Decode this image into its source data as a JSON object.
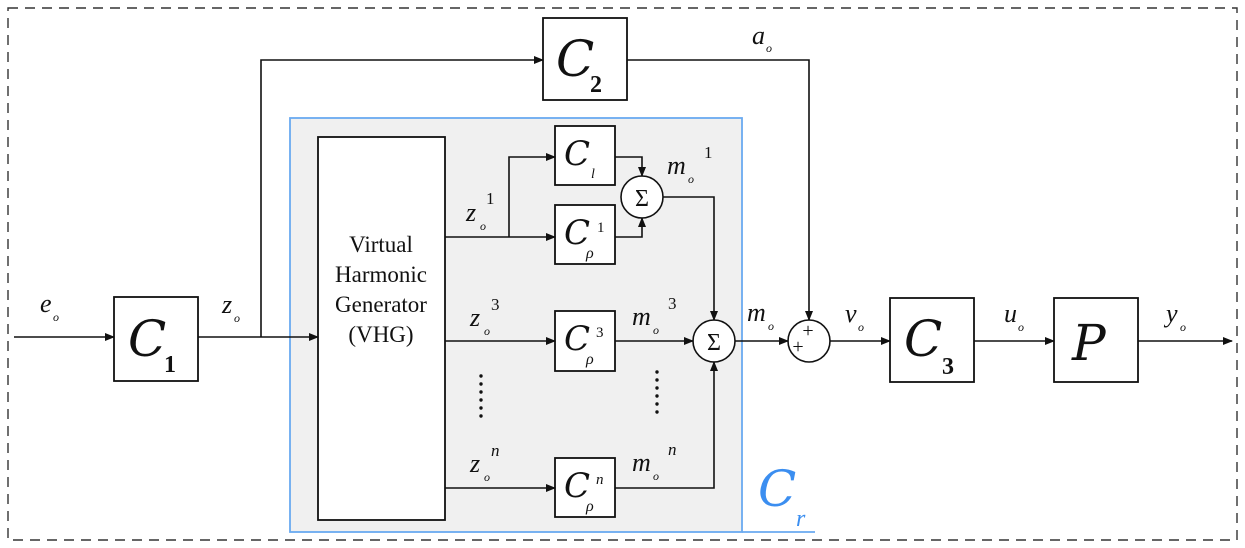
{
  "outer_frame": {
    "style": "dashed"
  },
  "region": {
    "label_main": "C",
    "label_sub": "r",
    "fill": "#f0f0f0",
    "border": "#6aaaf0",
    "accent": "#3b8ef0"
  },
  "blocks": {
    "c1": {
      "main": "C",
      "sub": "1"
    },
    "c2": {
      "main": "C",
      "sub": "2"
    },
    "c3": {
      "main": "C",
      "sub": "3"
    },
    "plant": {
      "main": "P"
    },
    "cl": {
      "main": "C",
      "sub": "l"
    },
    "crho1": {
      "main": "C",
      "sub": "ρ",
      "sup": "1"
    },
    "crho3": {
      "main": "C",
      "sub": "ρ",
      "sup": "3"
    },
    "crhon": {
      "main": "C",
      "sub": "ρ",
      "sup": "n"
    },
    "vhg": {
      "line1": "Virtual",
      "line2": "Harmonic",
      "line3": "Generator",
      "line4": "(VHG)"
    }
  },
  "summers": {
    "sigma_symbol": "Σ",
    "plus": "+"
  },
  "signals": {
    "e": {
      "main": "e",
      "sub": "o"
    },
    "z": {
      "main": "z",
      "sub": "o"
    },
    "a": {
      "main": "a",
      "sub": "o"
    },
    "m": {
      "main": "m",
      "sub": "o"
    },
    "v": {
      "main": "v",
      "sub": "o"
    },
    "u": {
      "main": "u",
      "sub": "o"
    },
    "y": {
      "main": "y",
      "sub": "o"
    },
    "z1": {
      "main": "z",
      "sub": "o",
      "sup": "1"
    },
    "z3": {
      "main": "z",
      "sub": "o",
      "sup": "3"
    },
    "zn": {
      "main": "z",
      "sub": "o",
      "sup": "n"
    },
    "m1": {
      "main": "m",
      "sub": "o",
      "sup": "1"
    },
    "m3": {
      "main": "m",
      "sub": "o",
      "sup": "3"
    },
    "mn": {
      "main": "m",
      "sub": "o",
      "sup": "n"
    }
  }
}
